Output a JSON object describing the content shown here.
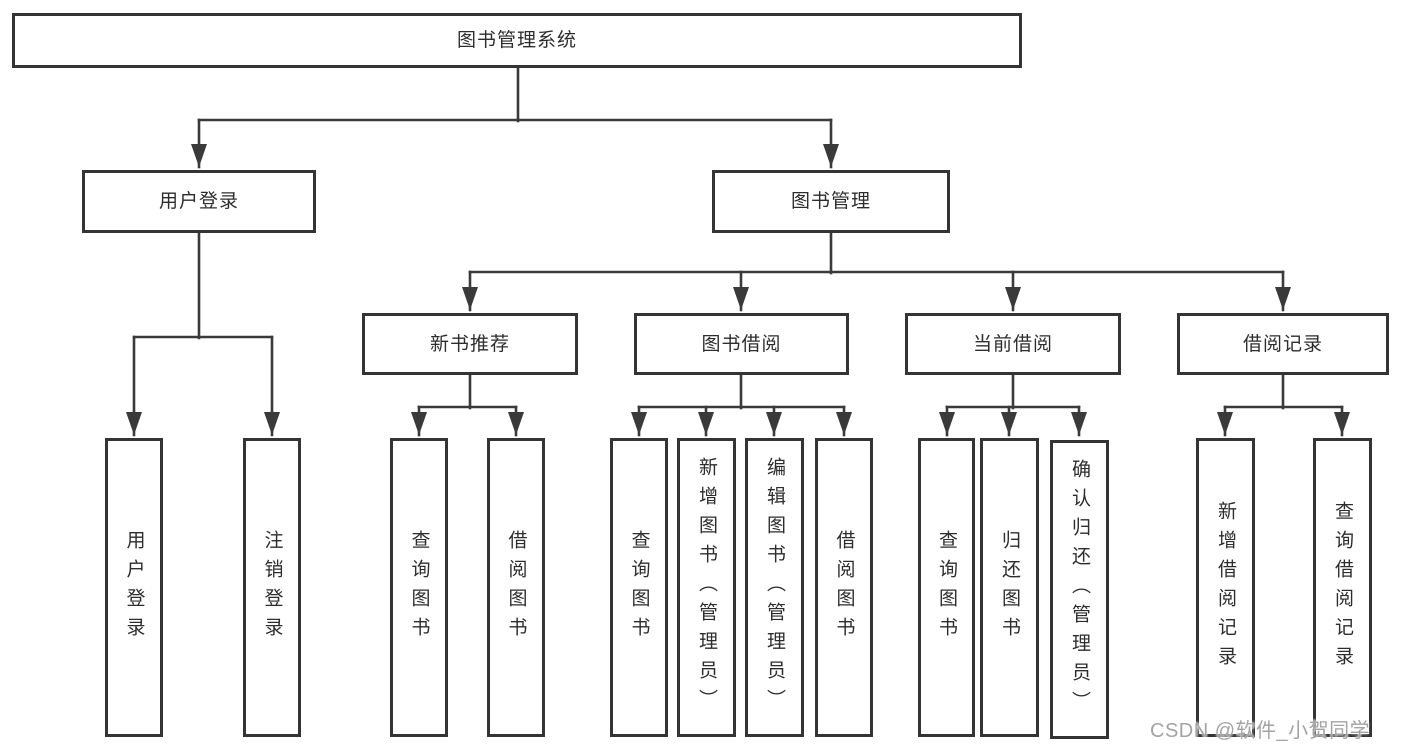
{
  "diagram_title": "图书管理系统",
  "nodes": {
    "root": "图书管理系统",
    "user_login": "用户登录",
    "book_management": "图书管理",
    "new_book_recommend": "新书推荐",
    "book_borrow": "图书借阅",
    "current_borrow": "当前借阅",
    "borrow_records": "借阅记录",
    "leaf_user_login": "用户登录",
    "leaf_logout": "注销登录",
    "recommend_query_books": "查询图书",
    "recommend_borrow_books": "借阅图书",
    "borrow_query_books": "查询图书",
    "borrow_add_books": "新增图书（管理员）",
    "borrow_edit_books": "编辑图书（管理员）",
    "borrow_borrow_books": "借阅图书",
    "current_query_books": "查询图书",
    "current_return_books": "归还图书",
    "current_confirm_return": "确认归还（管理员）",
    "records_add_record": "新增借阅记录",
    "records_query_record": "查询借阅记录"
  },
  "watermark": "CSDN @软件_小贺同学",
  "colors": {
    "background": "#ffffff",
    "line": "#3a3a3a",
    "box_border": "#343434",
    "text": "#2d2d2d",
    "watermark": "#a3a3a3"
  }
}
